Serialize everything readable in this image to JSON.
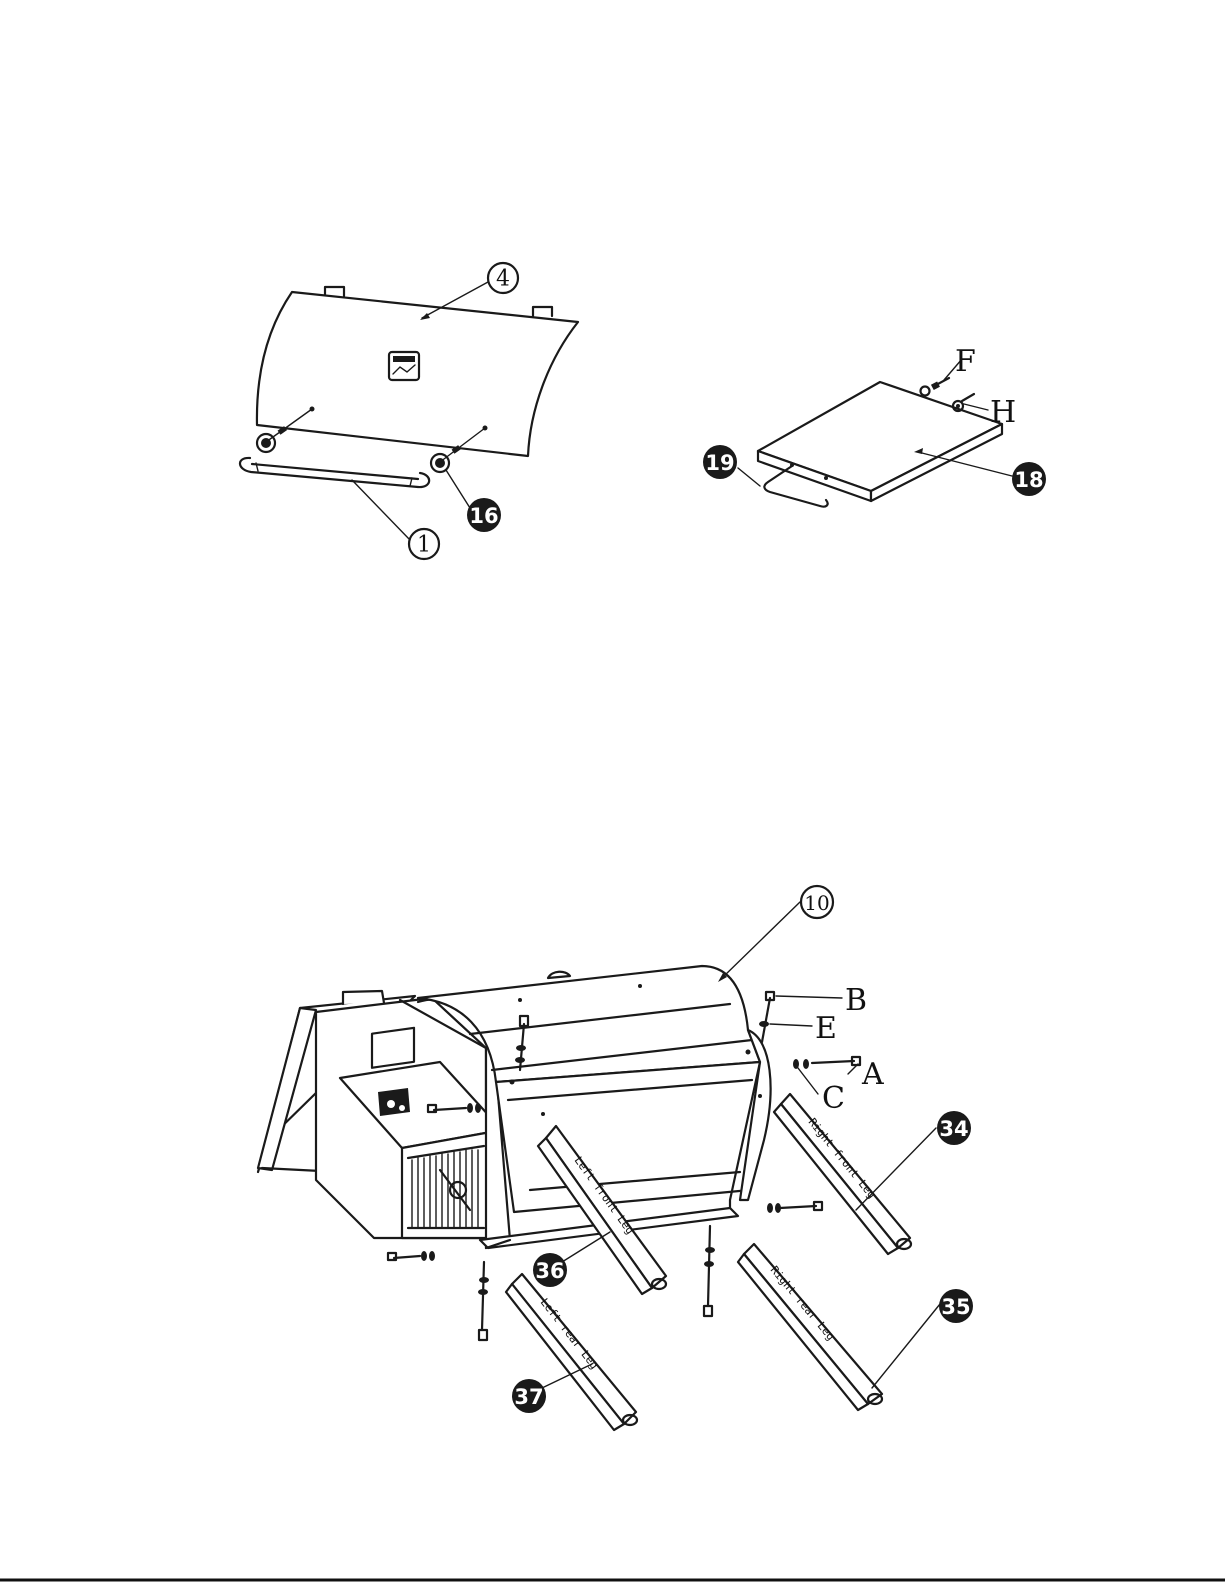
{
  "callouts": {
    "c1": "1",
    "c4": "4",
    "c10": "10",
    "c16": "16",
    "c18": "18",
    "c19": "19",
    "c34": "34",
    "c35": "35",
    "c36": "36",
    "c37": "37"
  },
  "hardware": {
    "a": "A",
    "b": "B",
    "c": "C",
    "e": "E",
    "f": "F",
    "h": "H"
  },
  "legs": {
    "left_front": "Left front Leg",
    "right_front": "Right front Leg",
    "left_rear": "Left rear Leg",
    "right_rear": "Right rear Leg"
  }
}
